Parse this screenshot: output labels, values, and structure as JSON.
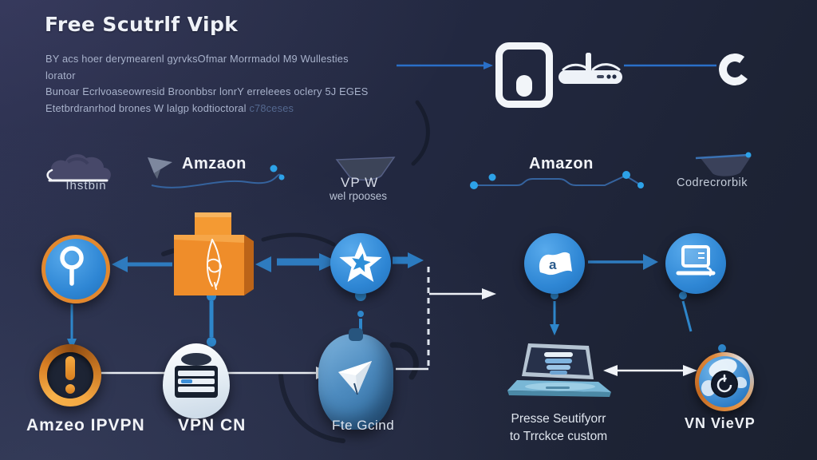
{
  "header": {
    "title": "Free Scutrlf Vipk",
    "body_line1": "BY acs hoer derymearenl gyrvksOfmar Morrmadol M9 Wullesties lorator",
    "body_line2": "Bunoar Ecrlvoaseowresid Broonbbsr lonrY erreleees oclery 5J EGES",
    "body_line3": "Etetbrdranrhod brones W lalgp kodtioctoral",
    "body_faded_suffix": "c78ceses"
  },
  "middle_row": {
    "cloud_label": "Ihstbin",
    "amazon_left_label": "Amzaon",
    "vpw_title": "VP W",
    "vpw_subtitle": "wel rpooses",
    "amazon_right_label": "Amazon",
    "bowl_right_label": "Codrecrorbik"
  },
  "bottom_row": {
    "badge_label": "Amzeo IPVPN",
    "egg_label": "VPN CN",
    "blob_label": "Fte Gcind",
    "laptop_label_line1": "Presse Seutifyorr",
    "laptop_label_line2": "to Trrckce custom",
    "globe_label": "VN VieVP"
  },
  "icons": {
    "cloud": "cloud-icon",
    "paper_plane": "paper-plane-icon",
    "tablet": "tablet-device-icon",
    "router": "router-icon",
    "c_ring": "c-ring-icon",
    "key": "key-icon",
    "aws_box": "aws-package-box-icon",
    "star": "star-icon",
    "flag_page": "flag-page-icon",
    "laptop_circle": "laptop-icon",
    "alert_badge": "exclamation-badge-icon",
    "server_egg": "server-egg-icon",
    "send_blob": "paper-plane-blob-icon",
    "laptop": "laptop-computer-icon",
    "globe": "globe-clock-icon"
  },
  "colors": {
    "background": "#222840",
    "accent_blue": "#2f86d0",
    "accent_blue_bright": "#2da2e8",
    "accent_orange": "#e8872e",
    "line_white": "#e9edf4",
    "text_muted": "#a8b2cb"
  }
}
